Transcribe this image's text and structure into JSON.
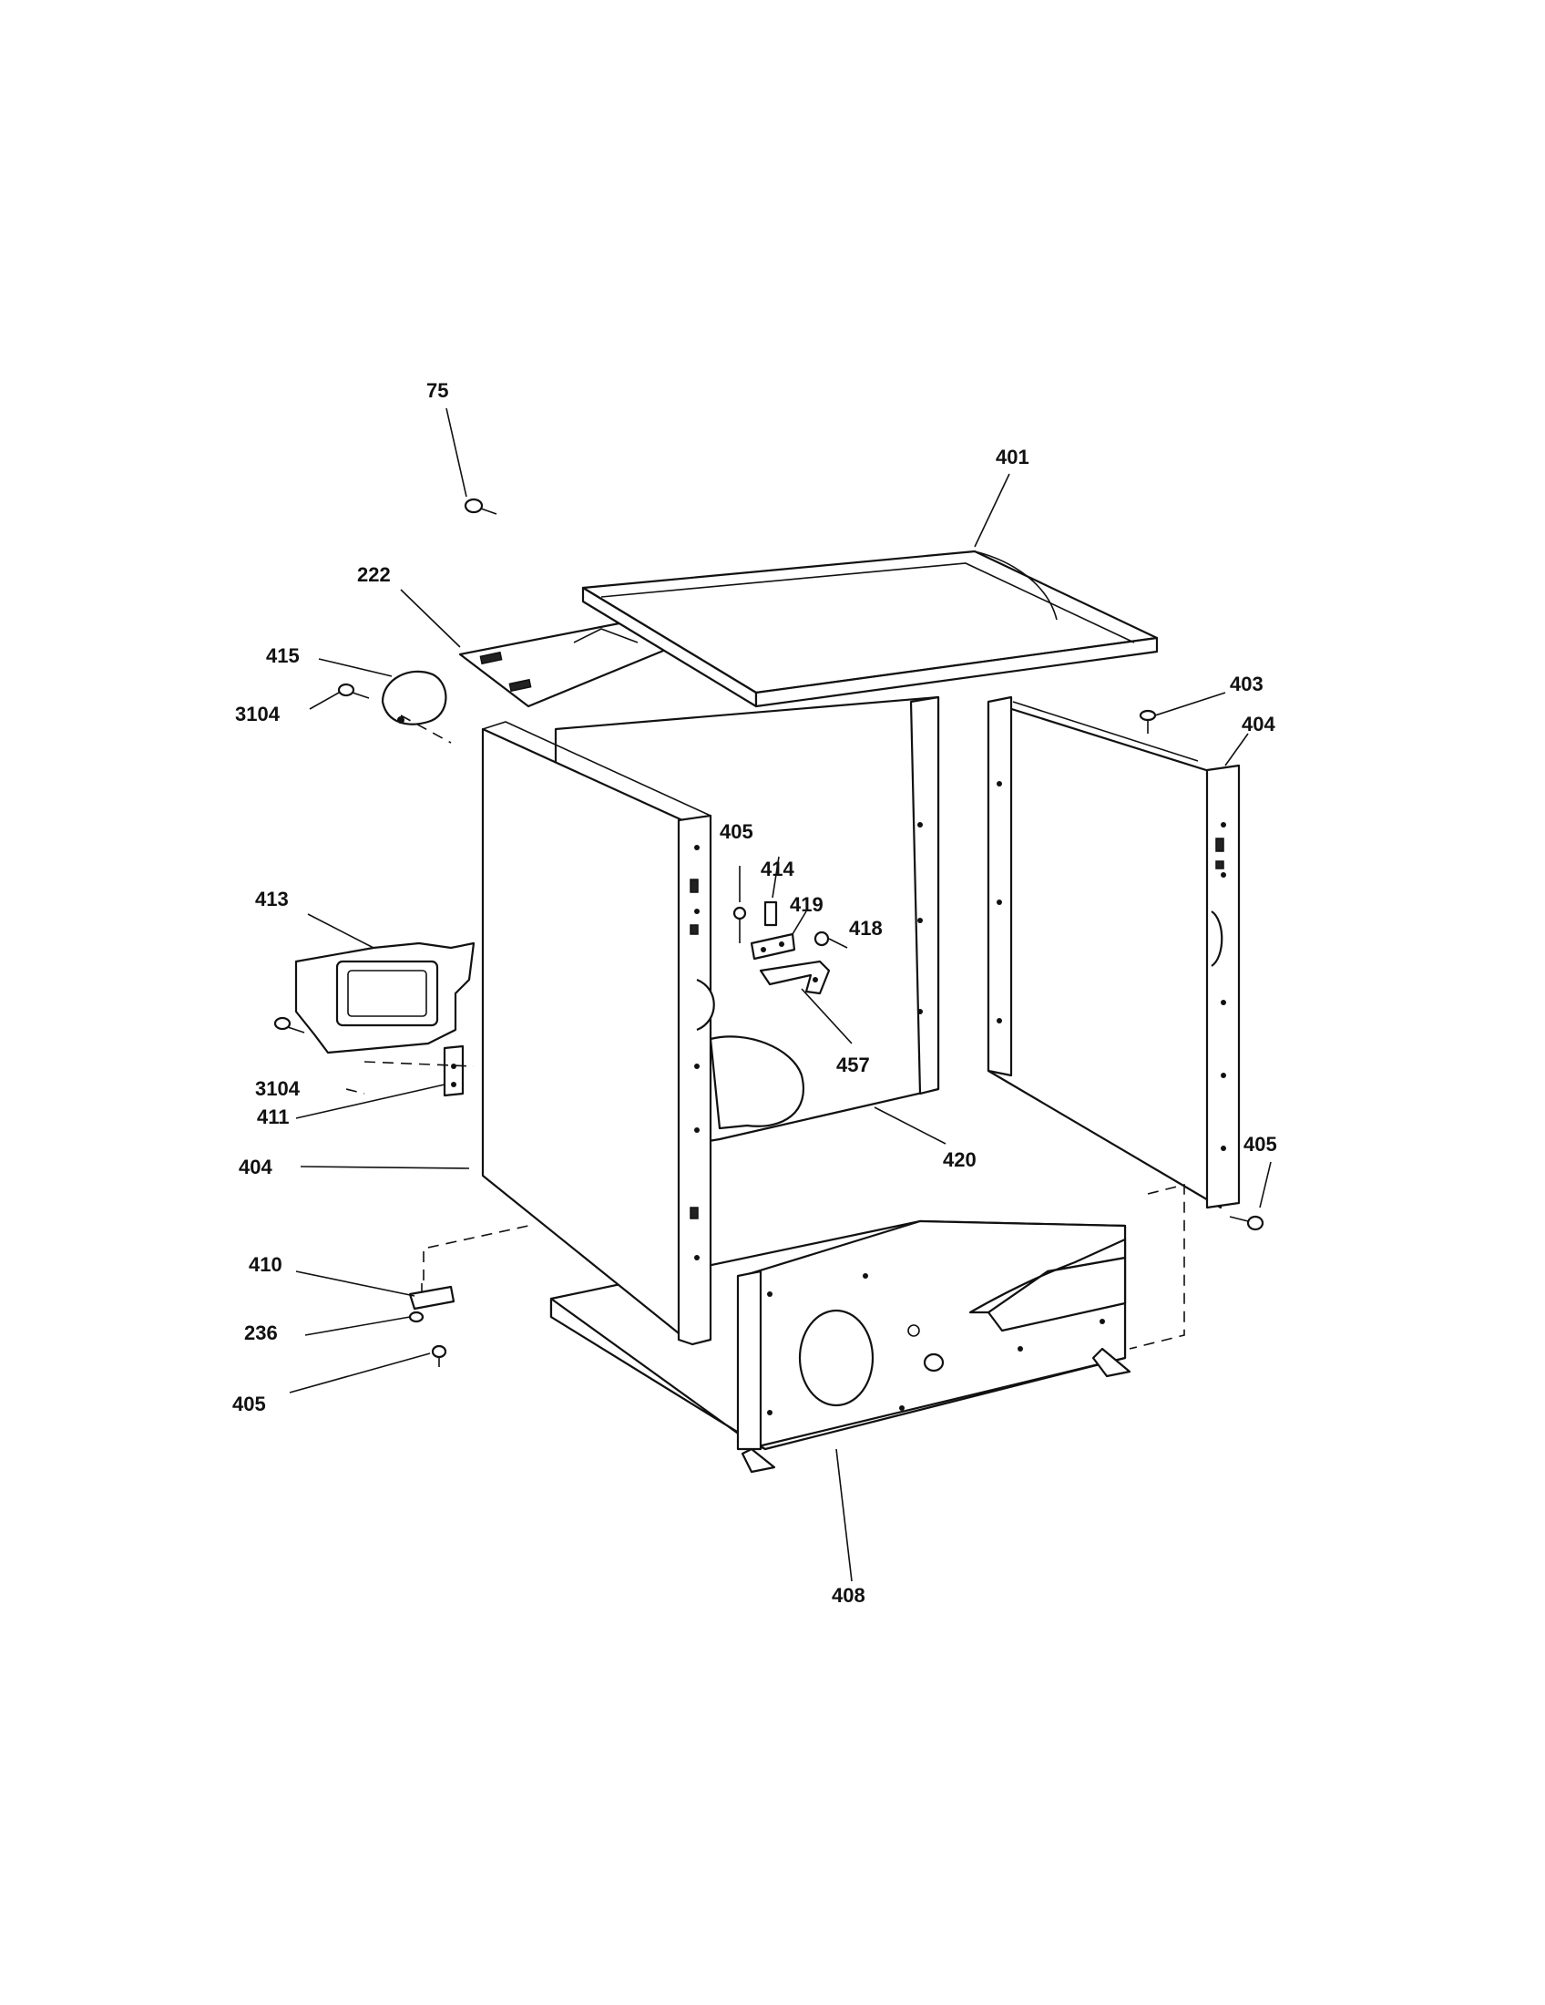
{
  "callouts": {
    "c75": "75",
    "c401": "401",
    "c222": "222",
    "c415": "415",
    "c3104a": "3104",
    "c403": "403",
    "c404a": "404",
    "c405a": "405",
    "c414": "414",
    "c419": "419",
    "c418": "418",
    "c413": "413",
    "c457": "457",
    "c3104b": "3104",
    "c411": "411",
    "c404b": "404",
    "c420": "420",
    "c405b": "405",
    "c410": "410",
    "c236": "236",
    "c405c": "405",
    "c408": "408"
  }
}
